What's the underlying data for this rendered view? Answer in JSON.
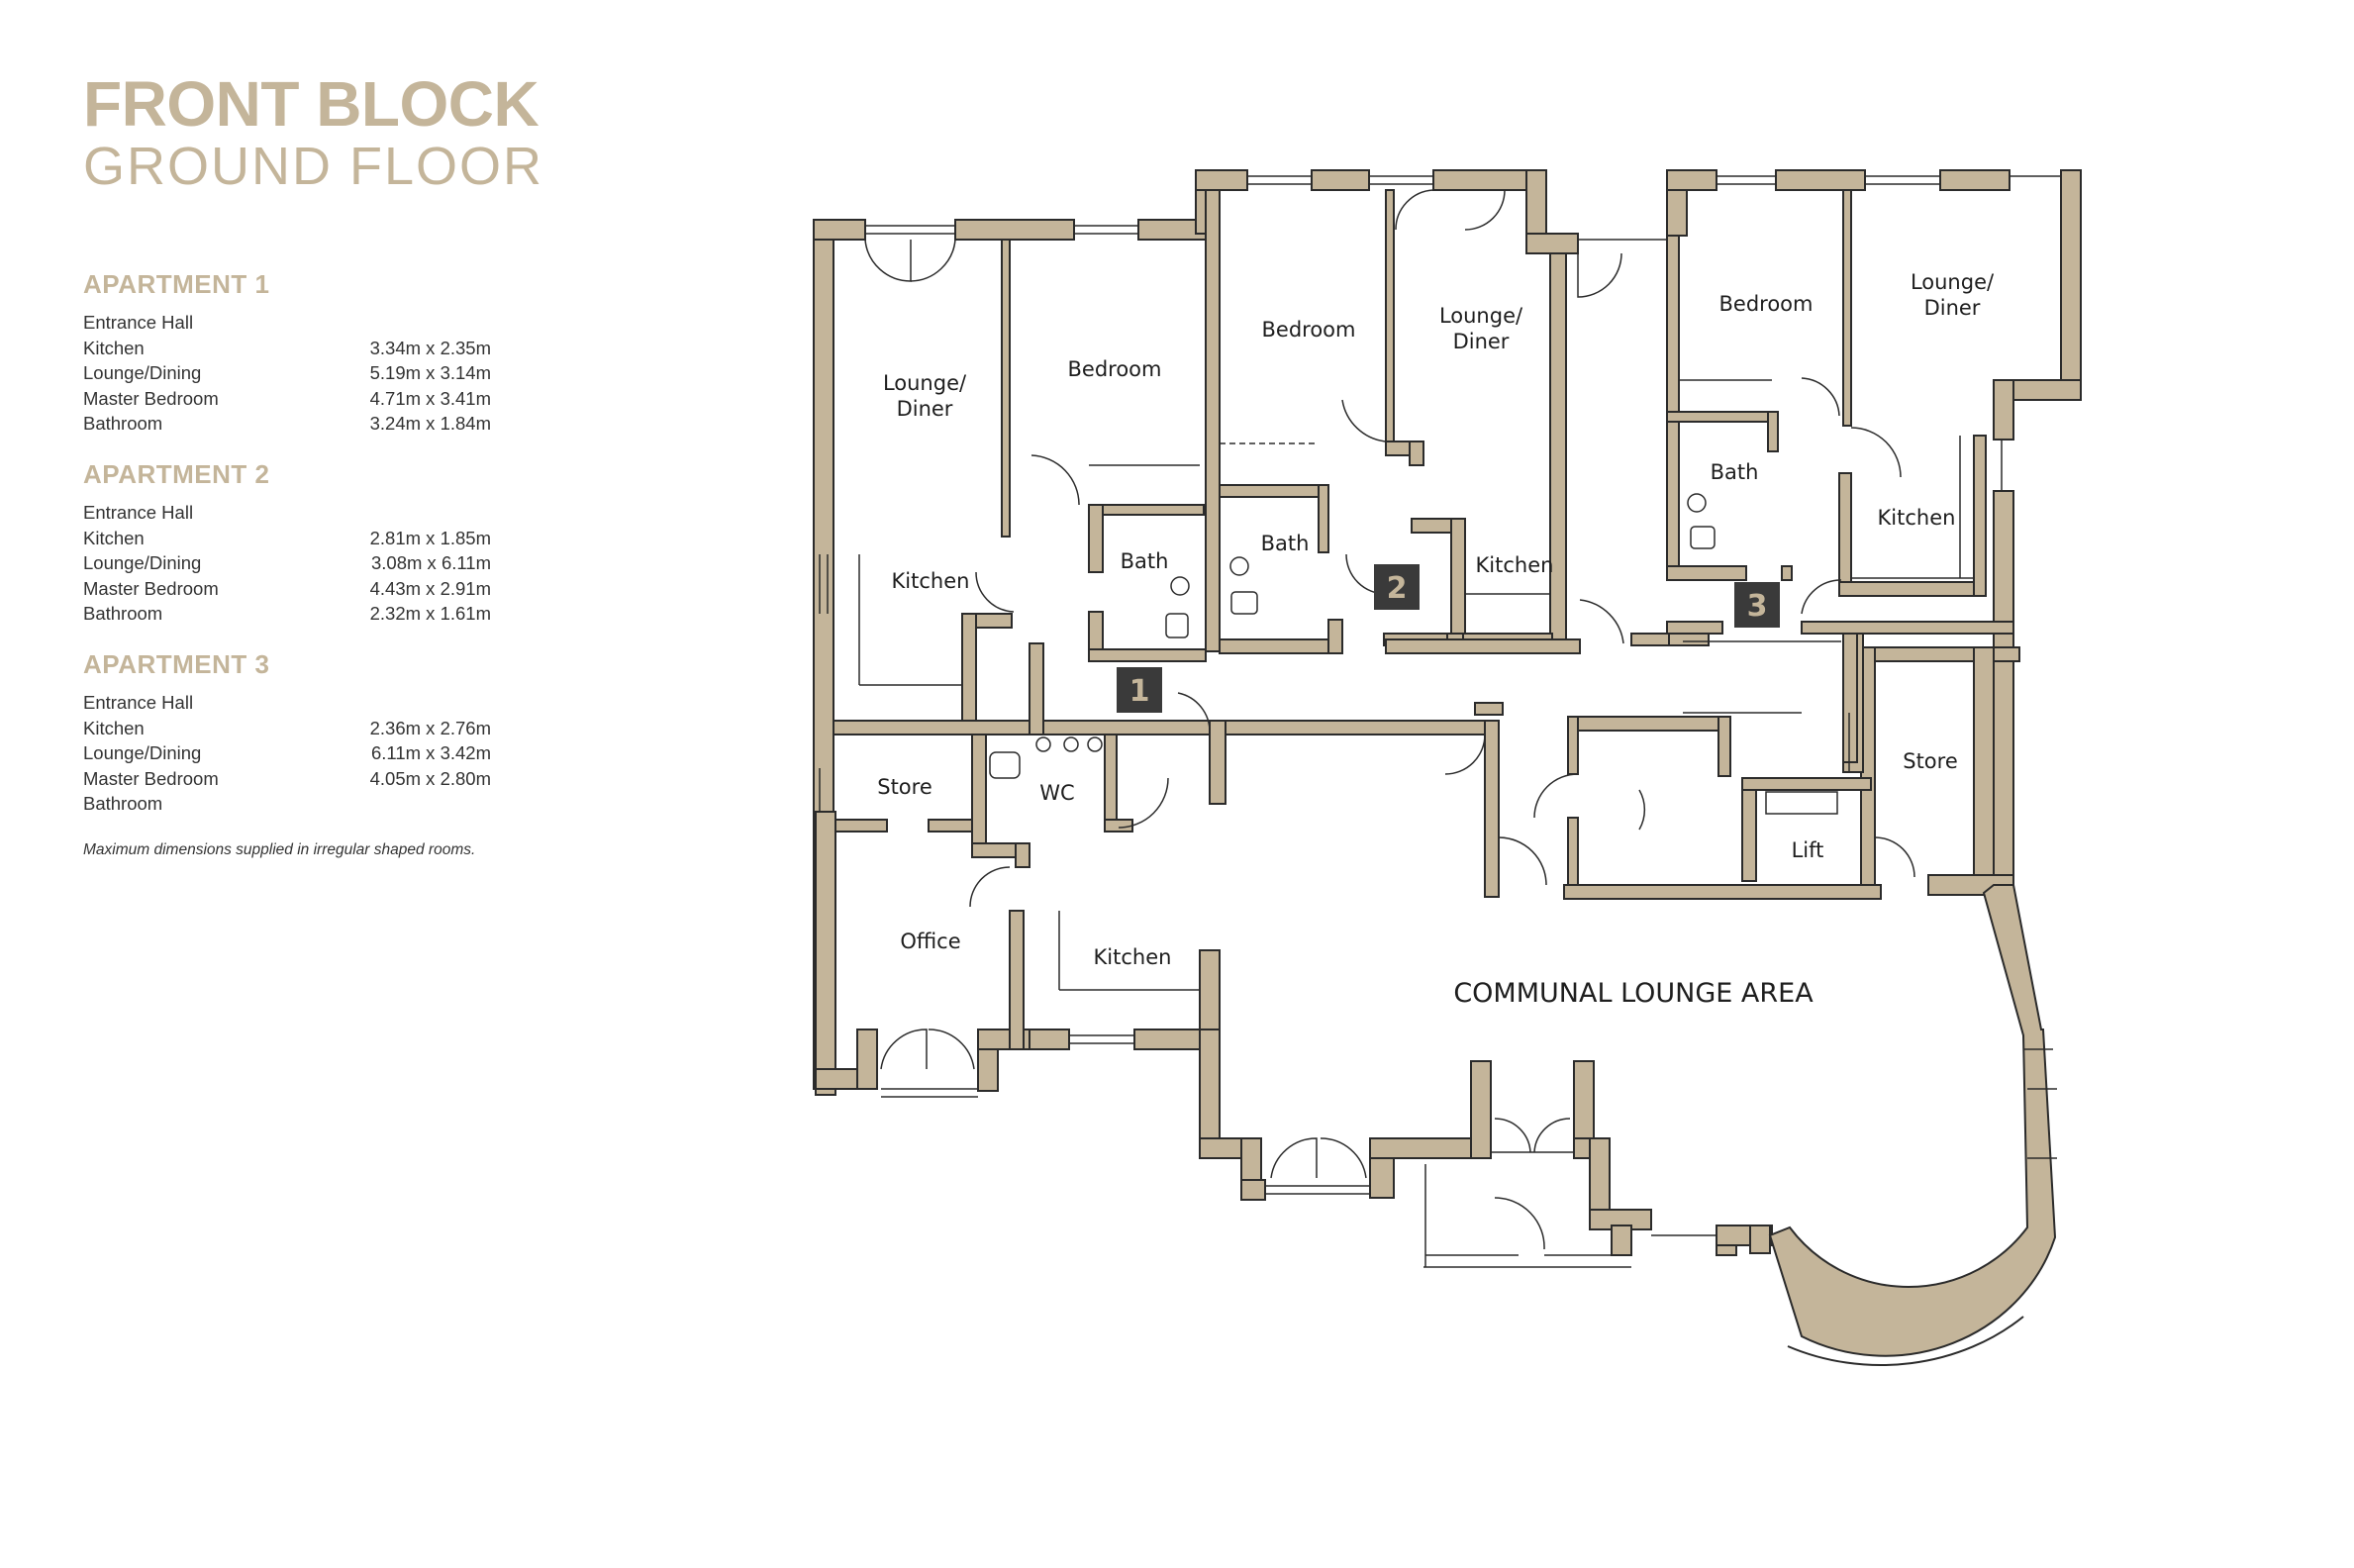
{
  "header": {
    "title_line1": "FRONT BLOCK",
    "title_line2": "GROUND FLOOR"
  },
  "apartments": [
    {
      "name": "APARTMENT 1",
      "rooms": [
        {
          "label": "Entrance Hall",
          "dims": ""
        },
        {
          "label": "Kitchen",
          "dims": "3.34m x 2.35m"
        },
        {
          "label": "Lounge/Dining",
          "dims": "5.19m x 3.14m"
        },
        {
          "label": "Master Bedroom",
          "dims": "4.71m x 3.41m"
        },
        {
          "label": "Bathroom",
          "dims": "3.24m x 1.84m"
        }
      ]
    },
    {
      "name": "APARTMENT 2",
      "rooms": [
        {
          "label": "Entrance Hall",
          "dims": ""
        },
        {
          "label": "Kitchen",
          "dims": "2.81m x 1.85m"
        },
        {
          "label": "Lounge/Dining",
          "dims": "3.08m x 6.11m"
        },
        {
          "label": "Master Bedroom",
          "dims": "4.43m x 2.91m"
        },
        {
          "label": "Bathroom",
          "dims": "2.32m x 1.61m"
        }
      ]
    },
    {
      "name": "APARTMENT 3",
      "rooms": [
        {
          "label": "Entrance Hall",
          "dims": ""
        },
        {
          "label": "Kitchen",
          "dims": "2.36m x 2.76m"
        },
        {
          "label": "Lounge/Dining",
          "dims": "6.11m x 3.42m"
        },
        {
          "label": "Master Bedroom",
          "dims": "4.05m x 2.80m"
        },
        {
          "label": "Bathroom",
          "dims": ""
        }
      ]
    }
  ],
  "note": "Maximum dimensions supplied in irregular shaped rooms.",
  "plan": {
    "wall_color": "#c4b59a",
    "wall_stroke": "#2b2b2b",
    "marker_color": "#3a3a3a",
    "rooms": {
      "apt1_lounge_l1": "Lounge/",
      "apt1_lounge_l2": "Diner",
      "apt1_bedroom": "Bedroom",
      "apt1_bath": "Bath",
      "apt1_kitchen": "Kitchen",
      "apt2_bedroom": "Bedroom",
      "apt2_lounge_l1": "Lounge/",
      "apt2_lounge_l2": "Diner",
      "apt2_bath": "Bath",
      "apt2_kitchen": "Kitchen",
      "apt3_bedroom": "Bedroom",
      "apt3_lounge_l1": "Lounge/",
      "apt3_lounge_l2": "Diner",
      "apt3_bath": "Bath",
      "apt3_kitchen": "Kitchen",
      "store_left": "Store",
      "wc": "WC",
      "office": "Office",
      "kitchen_communal": "Kitchen",
      "store_right": "Store",
      "lift": "Lift",
      "communal": "COMMUNAL LOUNGE AREA"
    },
    "markers": [
      "1",
      "2",
      "3"
    ]
  }
}
